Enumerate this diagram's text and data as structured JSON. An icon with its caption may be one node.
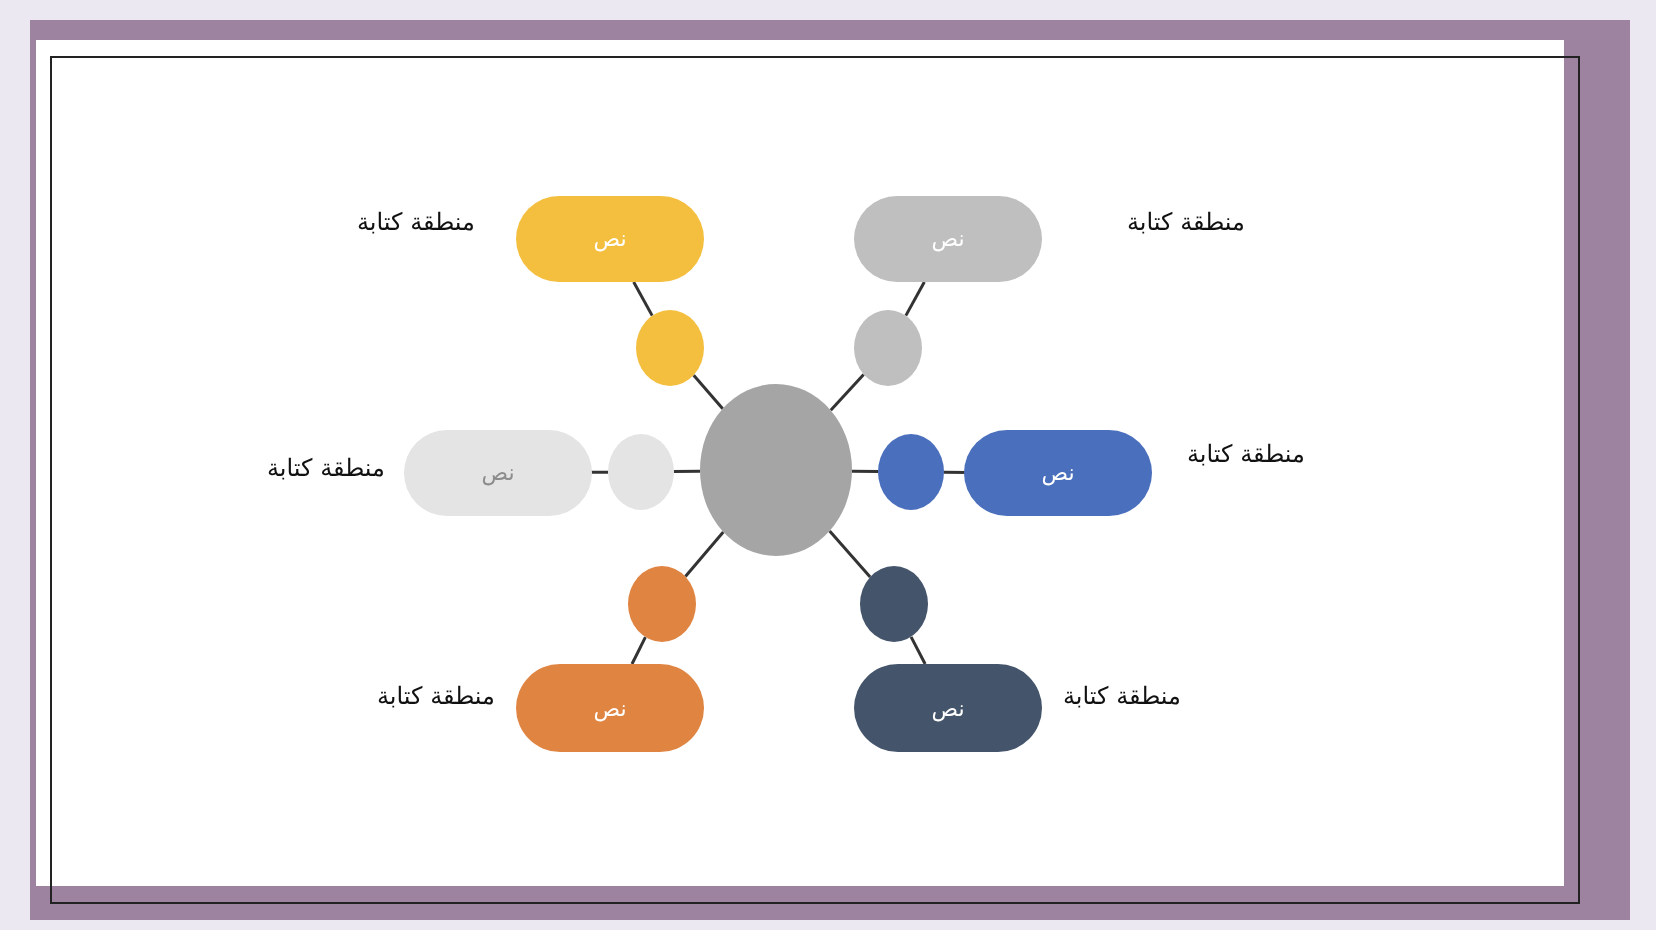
{
  "diagram": {
    "nodes": [
      {
        "text": [
          "نص"
        ],
        "beside": [
          "منطقة كتابة"
        ]
      },
      {
        "text": [
          "نص"
        ],
        "beside": [
          "منطقة كتابة"
        ]
      },
      {
        "text": [],
        "shape": "circle"
      },
      {
        "text": [],
        "shape": "circle"
      },
      {
        "text": [
          "نص"
        ],
        "beside": [
          "منطقة كتابة"
        ]
      },
      {
        "text": [],
        "shape": "circle"
      },
      {
        "text": [],
        "shape": "circle"
      },
      {
        "text": [],
        "shape": "circle"
      },
      {
        "text": [
          "نص"
        ],
        "beside": [
          "منطقة كتابة"
        ]
      },
      {
        "text": [],
        "shape": "circle"
      },
      {
        "text": [],
        "shape": "circle"
      },
      {
        "text": [
          "نص"
        ],
        "beside": [
          "منطقة كتابة"
        ]
      },
      {
        "text": [
          "نص"
        ],
        "beside": [
          "منطقة كتابة"
        ]
      }
    ],
    "edges": [
      {
        "from": 6,
        "to": 2,
        "arrow": "none"
      },
      {
        "from": 2,
        "to": 0,
        "arrow": "none"
      },
      {
        "from": 6,
        "to": 3,
        "arrow": "none"
      },
      {
        "from": 3,
        "to": 1,
        "arrow": "none"
      },
      {
        "from": 6,
        "to": 5,
        "arrow": "none"
      },
      {
        "from": 5,
        "to": 4,
        "arrow": "none"
      },
      {
        "from": 6,
        "to": 7,
        "arrow": "none"
      },
      {
        "from": 7,
        "to": 8,
        "arrow": "none"
      },
      {
        "from": 6,
        "to": 9,
        "arrow": "none"
      },
      {
        "from": 9,
        "to": 11,
        "arrow": "none"
      },
      {
        "from": 6,
        "to": 10,
        "arrow": "none"
      },
      {
        "from": 10,
        "to": 12,
        "arrow": "none"
      }
    ]
  }
}
